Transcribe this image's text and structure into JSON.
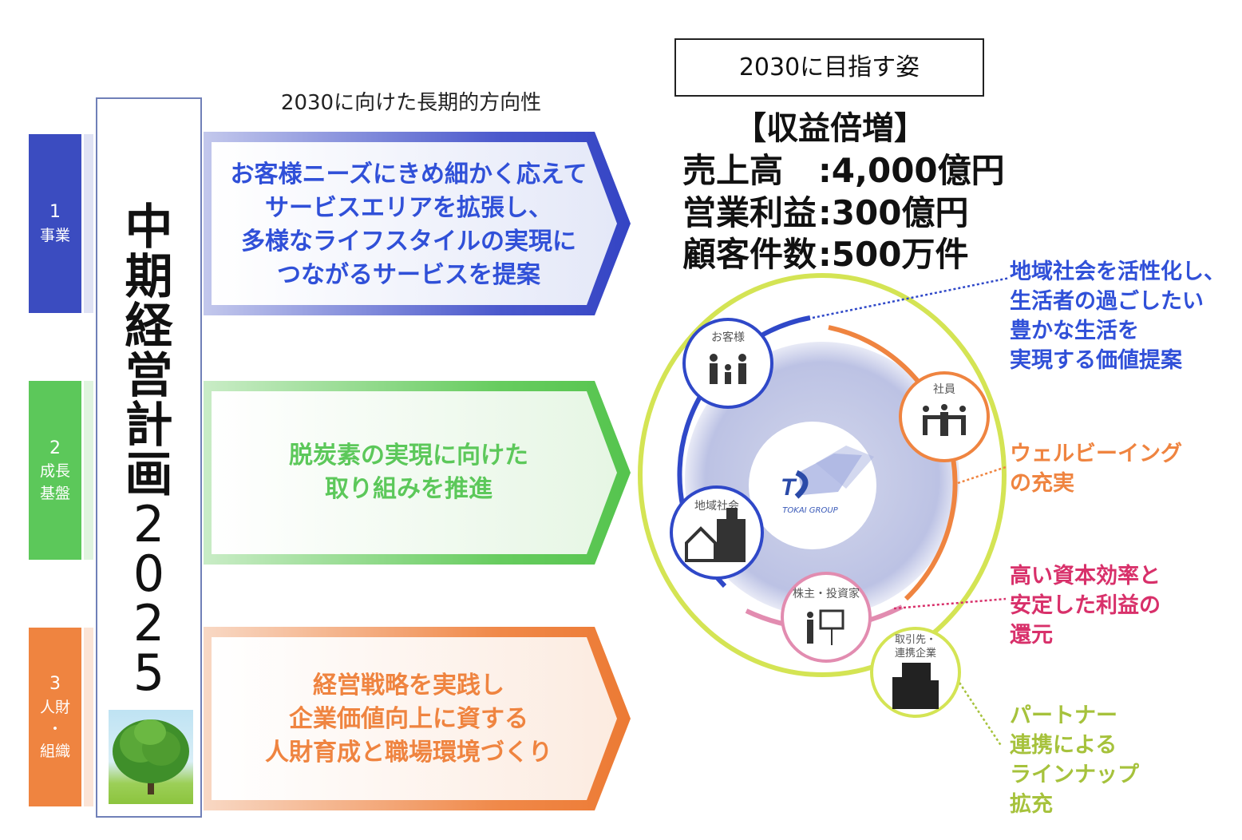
{
  "pillars": [
    {
      "number": "1",
      "label": "事業",
      "color": "#3b4cc0"
    },
    {
      "number": "2",
      "label_lines": [
        "成長",
        "基盤"
      ],
      "color": "#5cc85a"
    },
    {
      "number": "3",
      "label_lines": [
        "人財",
        "・",
        "組織"
      ],
      "color": "#ef8440"
    }
  ],
  "plan_title": [
    "中",
    "期",
    "経",
    "営",
    "計",
    "画",
    "2",
    "0",
    "2",
    "5"
  ],
  "directions": {
    "heading": "2030に向けた長期的方向性",
    "items": [
      {
        "lines": [
          "お客様ニーズにきめ細かく応えて",
          "サービスエリアを拡張し、",
          "多様なライフスタイルの実現に",
          "つながるサービスを提案"
        ],
        "color": "#3050d8"
      },
      {
        "lines": [
          "脱炭素の実現に向けた",
          "取り組みを推進"
        ],
        "color": "#5cc85a"
      },
      {
        "lines": [
          "経営戦略を実践し",
          "企業価値向上に資する",
          "人財育成と職場環境づくり"
        ],
        "color": "#ef8440"
      }
    ]
  },
  "vision": {
    "box_title": "2030に目指す姿",
    "headline": "【収益倍増】",
    "kpis": [
      {
        "label": "売上高",
        "value": ":4,000億円"
      },
      {
        "label": "営業利益",
        "value": ":300億円"
      },
      {
        "label": "顧客件数",
        "value": ":500万件"
      }
    ]
  },
  "stakeholders": {
    "customers": "お客様",
    "employees": "社員",
    "community": "地域社会",
    "shareholders": "株主・投資家",
    "partners": [
      "取引先・",
      "連携企業"
    ],
    "logo_text": "TOKAI GROUP"
  },
  "values": [
    {
      "lines": [
        "地域社会を活性化し、",
        "生活者の過ごしたい",
        "豊かな生活を",
        "実現する価値提案"
      ],
      "color": "#3050d8"
    },
    {
      "lines": [
        "ウェルビーイング",
        "の充実"
      ],
      "color": "#ef8440"
    },
    {
      "lines": [
        "高い資本効率と",
        "安定した利益の",
        "還元"
      ],
      "color": "#d8306a"
    },
    {
      "lines": [
        "パートナー",
        "連携による",
        "ラインナップ",
        "拡充"
      ],
      "color": "#a6c23c"
    }
  ]
}
